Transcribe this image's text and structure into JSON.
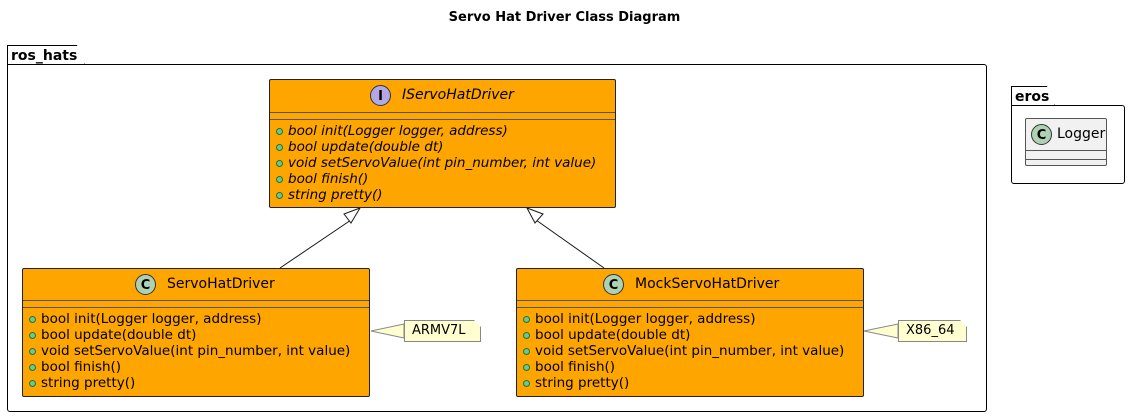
{
  "diagram": {
    "title": "Servo Hat Driver Class Diagram",
    "packages": {
      "ros_hats": {
        "name": "ros_hats"
      },
      "eros": {
        "name": "eros"
      }
    },
    "classes": {
      "iservo": {
        "stereotype": "I",
        "name": "IServoHatDriver",
        "methods": [
          "bool init(Logger logger, address)",
          "bool update(double dt)",
          "void setServoValue(int pin_number, int value)",
          "bool finish()",
          "string pretty()"
        ]
      },
      "servo": {
        "stereotype": "C",
        "name": "ServoHatDriver",
        "methods": [
          "bool init(Logger logger, address)",
          "bool update(double dt)",
          "void setServoValue(int pin_number, int value)",
          "bool finish()",
          "string pretty()"
        ]
      },
      "mock": {
        "stereotype": "C",
        "name": "MockServoHatDriver",
        "methods": [
          "bool init(Logger logger, address)",
          "bool update(double dt)",
          "void setServoValue(int pin_number, int value)",
          "bool finish()",
          "string pretty()"
        ]
      },
      "logger": {
        "stereotype": "C",
        "name": "Logger"
      }
    },
    "notes": {
      "armv7l": "ARMV7L",
      "x86": "X86_64"
    },
    "colors": {
      "class_fill": "#FFA500",
      "note_fill": "#FEFECE",
      "class_icon": "#ADD1B2",
      "interface_icon": "#B4A7E5"
    }
  }
}
